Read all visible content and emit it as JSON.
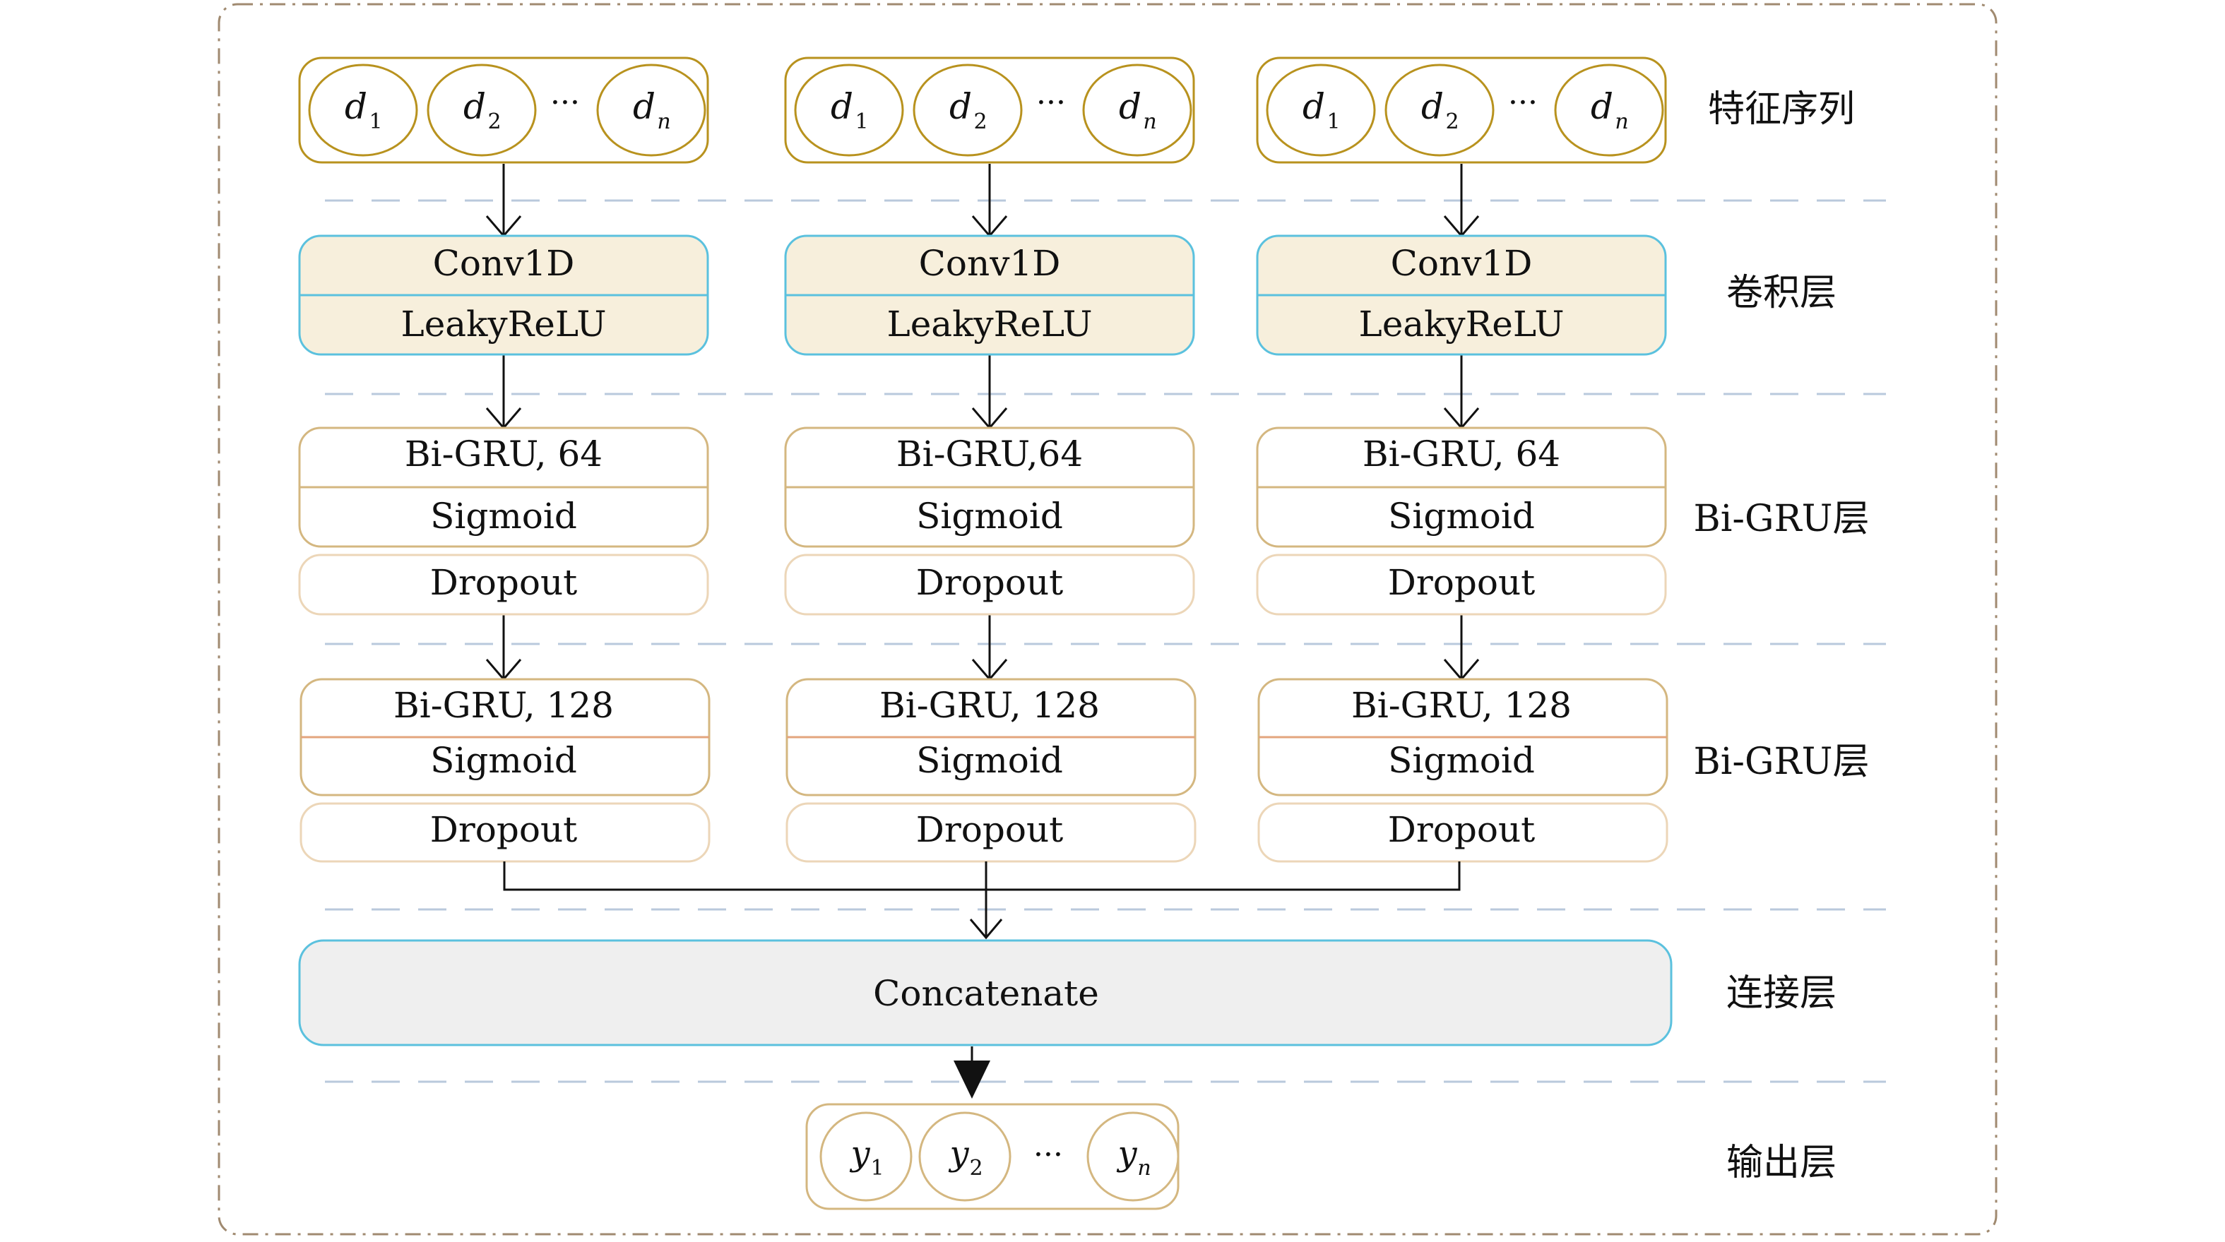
{
  "layers": {
    "input": "特征序列",
    "conv": "卷积层",
    "bigru1": "Bi-GRU层",
    "bigru2": "Bi-GRU层",
    "concat": "连接层",
    "output": "输出层"
  },
  "columns": [
    {
      "inputs": [
        "d",
        "d",
        "d"
      ],
      "inputs_sub": [
        "1",
        "2",
        "n"
      ],
      "conv": "Conv1D",
      "activation": "LeakyReLU",
      "gru1": "Bi-GRU, 64",
      "gru1_act": "Sigmoid",
      "gru1_drop": "Dropout",
      "gru2": "Bi-GRU, 128",
      "gru2_act": "Sigmoid",
      "gru2_drop": "Dropout"
    },
    {
      "inputs": [
        "d",
        "d",
        "d"
      ],
      "inputs_sub": [
        "1",
        "2",
        "n"
      ],
      "conv": "Conv1D",
      "activation": "LeakyReLU",
      "gru1": "Bi-GRU,64",
      "gru1_act": "Sigmoid",
      "gru1_drop": "Dropout",
      "gru2": "Bi-GRU, 128",
      "gru2_act": "Sigmoid",
      "gru2_drop": "Dropout"
    },
    {
      "inputs": [
        "d",
        "d",
        "d"
      ],
      "inputs_sub": [
        "1",
        "2",
        "n"
      ],
      "conv": "Conv1D",
      "activation": "LeakyReLU",
      "gru1": "Bi-GRU, 64",
      "gru1_act": "Sigmoid",
      "gru1_drop": "Dropout",
      "gru2": "Bi-GRU, 128",
      "gru2_act": "Sigmoid",
      "gru2_drop": "Dropout"
    }
  ],
  "ellipsis": "···",
  "concat": "Concatenate",
  "outputs": [
    "y",
    "y",
    "y"
  ],
  "outputs_sub": [
    "1",
    "2",
    "n"
  ],
  "colors": {
    "gold": "#b8921e",
    "cyan": "#5bc1de",
    "tan": "#d4b780",
    "light_tan": "#ecd6b8",
    "conv_fill": "#f7efdc",
    "concat_fill": "#efefef",
    "dash": "#b9c9dc",
    "frame": "#a08a70"
  }
}
